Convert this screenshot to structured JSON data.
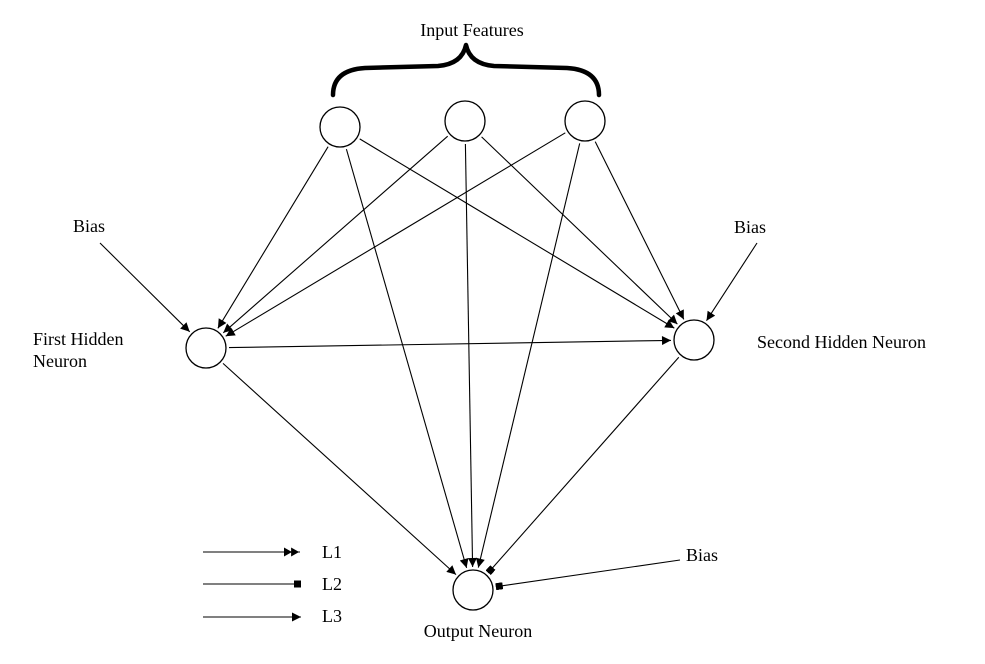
{
  "labels": {
    "input_features": "Input Features",
    "bias_left": "Bias",
    "bias_right": "Bias",
    "bias_output": "Bias",
    "first_hidden_line1": "First Hidden",
    "first_hidden_line2": "Neuron",
    "second_hidden": "Second Hidden Neuron",
    "output_neuron": "Output Neuron"
  },
  "legend": [
    {
      "label": "L1",
      "marker": "double-arrow"
    },
    {
      "label": "L2",
      "marker": "square"
    },
    {
      "label": "L3",
      "marker": "arrow"
    }
  ],
  "nodes": [
    {
      "id": "input-1",
      "role": "input"
    },
    {
      "id": "input-2",
      "role": "input"
    },
    {
      "id": "input-3",
      "role": "input"
    },
    {
      "id": "first-hidden",
      "role": "hidden"
    },
    {
      "id": "second-hidden",
      "role": "hidden"
    },
    {
      "id": "output",
      "role": "output"
    }
  ],
  "edges": [
    {
      "from": "input-1",
      "to": "first-hidden"
    },
    {
      "from": "input-1",
      "to": "second-hidden"
    },
    {
      "from": "input-1",
      "to": "output"
    },
    {
      "from": "input-2",
      "to": "first-hidden"
    },
    {
      "from": "input-2",
      "to": "second-hidden"
    },
    {
      "from": "input-2",
      "to": "output"
    },
    {
      "from": "input-3",
      "to": "first-hidden"
    },
    {
      "from": "input-3",
      "to": "second-hidden"
    },
    {
      "from": "input-3",
      "to": "output"
    },
    {
      "from": "first-hidden",
      "to": "second-hidden"
    },
    {
      "from": "first-hidden",
      "to": "output"
    },
    {
      "from": "second-hidden",
      "to": "output",
      "marker": "square"
    },
    {
      "from": "bias-left",
      "to": "first-hidden"
    },
    {
      "from": "bias-right",
      "to": "second-hidden"
    },
    {
      "from": "bias-output",
      "to": "output",
      "marker": "square"
    }
  ]
}
